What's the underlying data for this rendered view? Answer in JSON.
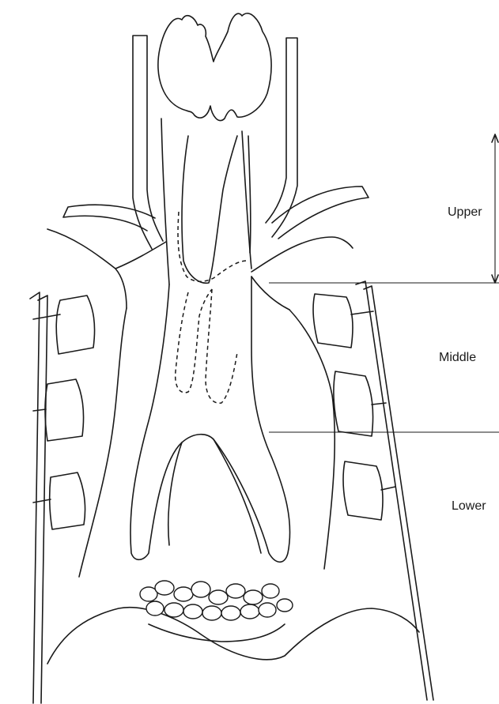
{
  "regions": [
    {
      "key": "upper",
      "label": "Upper"
    },
    {
      "key": "middle",
      "label": "Middle"
    },
    {
      "key": "lower",
      "label": "Lower"
    }
  ]
}
